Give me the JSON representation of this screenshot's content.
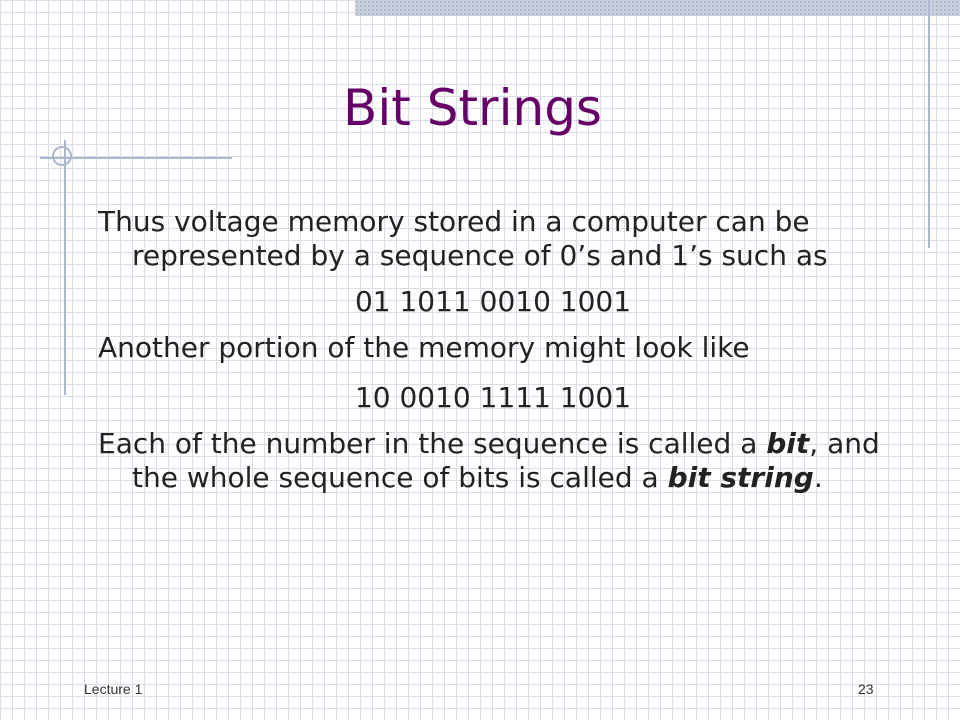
{
  "slide": {
    "title": "Bit Strings",
    "para1": "Thus voltage memory stored in a computer can be represented by a sequence of 0’s and 1’s such as",
    "seq1": "01 1011 0010 1001",
    "para2": "Another portion of the memory might look like",
    "seq2": "10 0010 1111 1001",
    "para3": {
      "part1": "Each of the number in the sequence is called a ",
      "em1": "bit",
      "part2": ", and the whole sequence of bits is called a ",
      "em2": "bit string",
      "part3": "."
    }
  },
  "footer": {
    "left": "Lecture 1",
    "page_number": "23"
  },
  "colors": {
    "title": "#660066",
    "text": "#222222",
    "decor_line": "#a9b7cf",
    "grid": "#d8dee8"
  }
}
